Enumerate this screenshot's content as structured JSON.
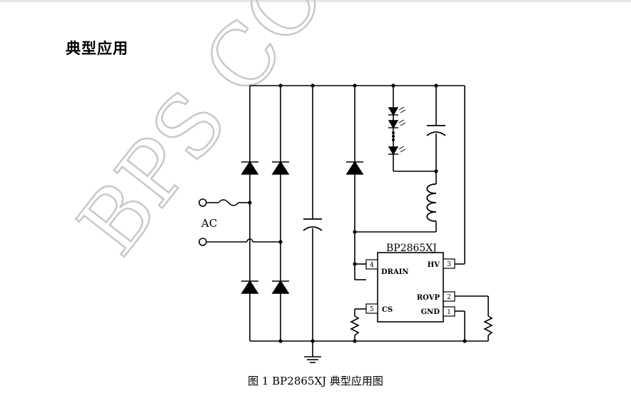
{
  "section_title": "典型应用",
  "watermark": "BPS CONF",
  "ac_label": "AC",
  "chip": {
    "part_number": "BP2865XJ",
    "pins": [
      {
        "num": "4",
        "name": "DRAIN"
      },
      {
        "num": "5",
        "name": "CS"
      },
      {
        "num": "3",
        "name": "HV"
      },
      {
        "num": "2",
        "name": "ROVP"
      },
      {
        "num": "1",
        "name": "GND"
      }
    ]
  },
  "caption": "图 1 BP2865XJ 典型应用图",
  "colors": {
    "line": "#000000",
    "watermark": "#c8c8c8"
  }
}
